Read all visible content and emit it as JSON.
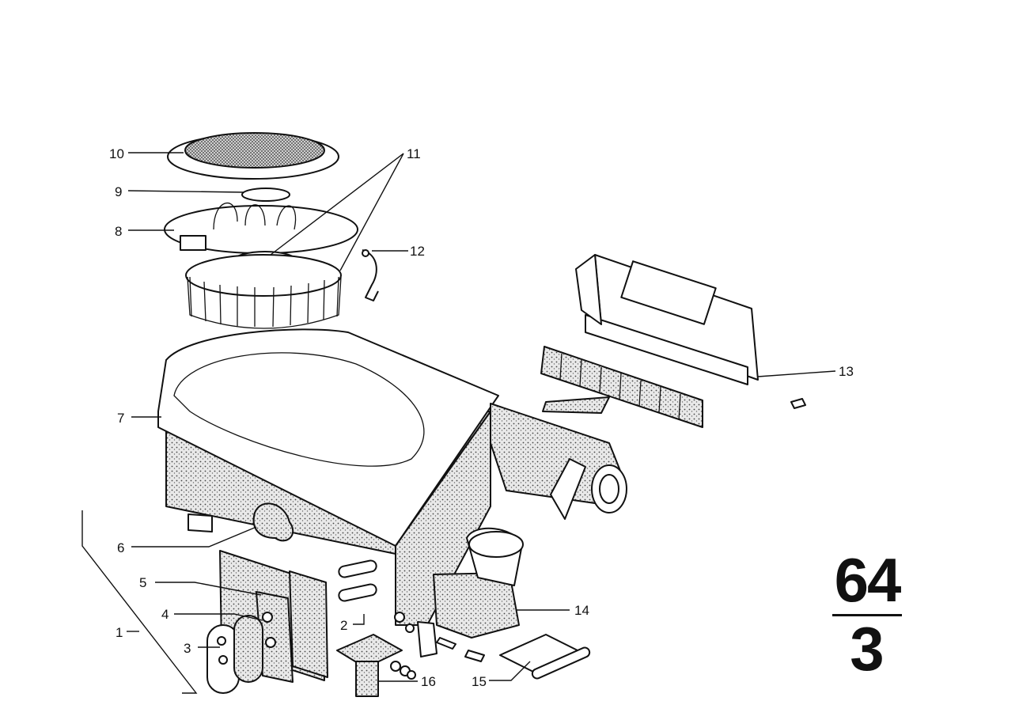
{
  "diagram": {
    "callouts": [
      {
        "id": "1",
        "label": "1"
      },
      {
        "id": "2",
        "label": "2"
      },
      {
        "id": "3",
        "label": "3"
      },
      {
        "id": "4",
        "label": "4"
      },
      {
        "id": "5",
        "label": "5"
      },
      {
        "id": "6",
        "label": "6"
      },
      {
        "id": "7",
        "label": "7"
      },
      {
        "id": "8",
        "label": "8"
      },
      {
        "id": "9",
        "label": "9"
      },
      {
        "id": "10",
        "label": "10"
      },
      {
        "id": "11",
        "label": "11"
      },
      {
        "id": "12",
        "label": "12"
      },
      {
        "id": "13",
        "label": "13"
      },
      {
        "id": "14",
        "label": "14"
      },
      {
        "id": "15",
        "label": "15"
      },
      {
        "id": "16",
        "label": "16"
      }
    ],
    "group_code": {
      "major": "64",
      "minor": "3"
    }
  }
}
